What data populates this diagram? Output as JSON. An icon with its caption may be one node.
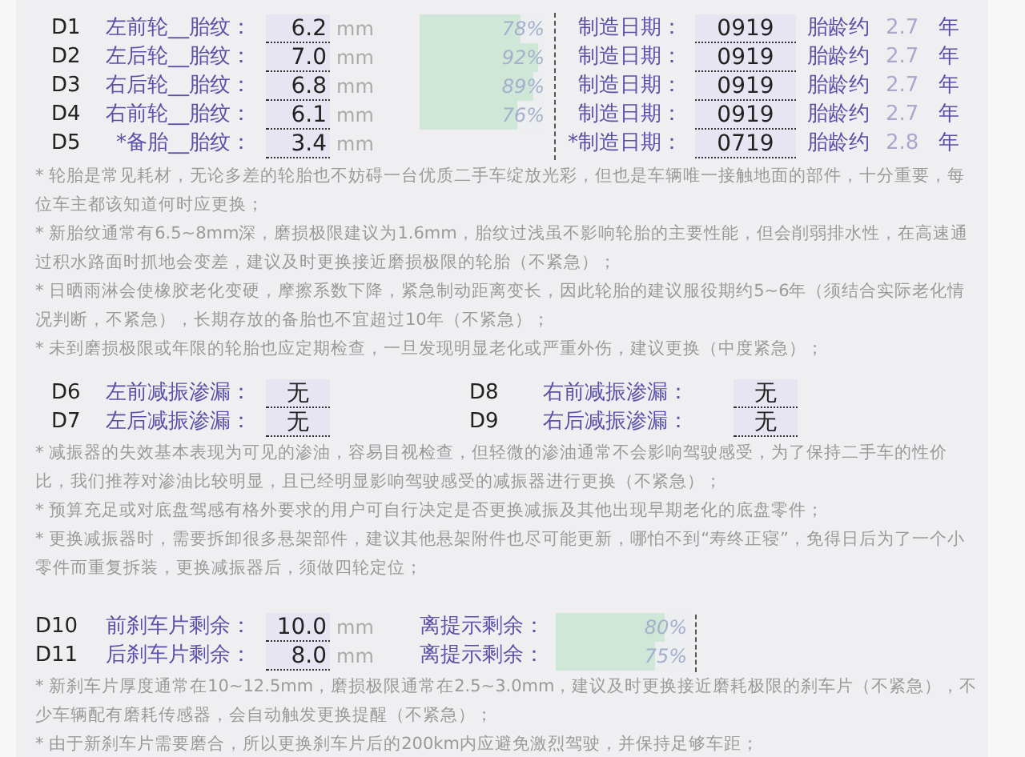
{
  "diagram": {
    "labels": [
      "D1",
      "左前轮__胎纹：",
      "6.2",
      "mm",
      "78%",
      "制造日期：",
      "0919",
      "胎龄约",
      "2.7",
      "年",
      "D2",
      "左后轮__胎纹：",
      "7.0",
      "mm",
      "92%",
      "制造日期：",
      "0919",
      "胎龄约",
      "2.7",
      "年",
      "D3",
      "右后轮__胎纹：",
      "6.8",
      "mm",
      "89%",
      "制造日期：",
      "0919",
      "胎龄约",
      "2.7",
      "年",
      "D4",
      "右前轮__胎纹：",
      "6.1",
      "mm",
      "76%",
      "制造日期：",
      "0919",
      "胎龄约",
      "2.7",
      "年",
      "D5",
      "*备胎__胎纹：",
      "3.4",
      "mm",
      "*制造日期：",
      "0719",
      "胎龄约",
      "2.8",
      "年",
      "* 轮胎是常见耗材，无论多差的轮胎也不妨碍一台优质二手车绽放光彩，但也是车辆唯一接触地面的部件，十分重要，每位车主都该知道何时应更换；",
      "* 新胎纹通常有6.5~8mm深，磨损极限建议为1.6mm，胎纹过浅虽不影响轮胎的主要性能，但会削弱排水性，在高速通过积水路面时抓地会变差，建议及时更换接近磨损极限的轮胎（不紧急）；",
      "* 日晒雨淋会使橡胶老化变硬，摩擦系数下降，紧急制动距离变长，因此轮胎的建议服役期约5~6年（须结合实际老化情况判断，不紧急），长期存放的备胎也不宜超过10年（不紧急）；",
      "* 未到磨损极限或年限的轮胎也应定期检查，一旦发现明显老化或严重外伤，建议更换（中度紧急）；",
      "D6",
      "左前减振渗漏：",
      "无",
      "D8",
      "右前减振渗漏：",
      "无",
      "D7",
      "左后减振渗漏：",
      "无",
      "D9",
      "右后减振渗漏：",
      "无",
      "* 减振器的失效基本表现为可见的渗油，容易目视检查，但轻微的渗油通常不会影响驾驶感受，为了保持二手车的性价比，我们推荐对渗油比较明显，且已经明显影响驾驶感受的减振器进行更换（不紧急）；",
      "* 预算充足或对底盘驾感有格外要求的用户可自行决定是否更换减振及其他出现早期老化的底盘零件；",
      "* 更换减振器时，需要拆卸很多悬架部件，建议其他悬架附件也尽可能更新，哪怕不到“寿终正寝”，免得日后为了一个小零件而重复拆装，更换减振器后，须做四轮定位；",
      "D10",
      "前刹车片剩余：",
      "10.0",
      "mm",
      "离提示剩余：",
      "80%",
      "D11",
      "后刹车片剩余：",
      "8.0",
      "mm",
      "离提示剩余：",
      "75%",
      "* 新刹车片厚度通常在10~12.5mm，磨损极限通常在2.5~3.0mm，建议及时更换接近磨耗极限的刹车片（不紧急），不少车辆配有磨耗传感器，会自动触发更换提醒（不紧急）；",
      "* 由于新刹车片需要磨合，所以更换刹车片后的200km内应避免激烈驾驶，并保持足够车距；"
    ]
  }
}
